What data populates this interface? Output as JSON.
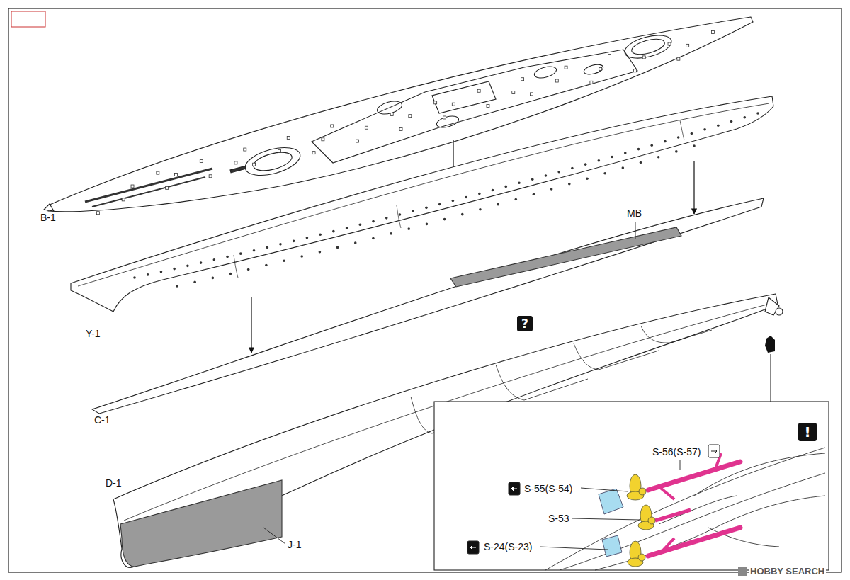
{
  "diagram": {
    "labels": [
      "B-1",
      "Y-1",
      "MB",
      "C-1",
      "D-1",
      "J-1",
      "?",
      "!",
      "S-56(S-57)",
      "S-55(S-54)",
      "S-53",
      "S-24(S-23)",
      "HOBBY SEARCH"
    ]
  }
}
